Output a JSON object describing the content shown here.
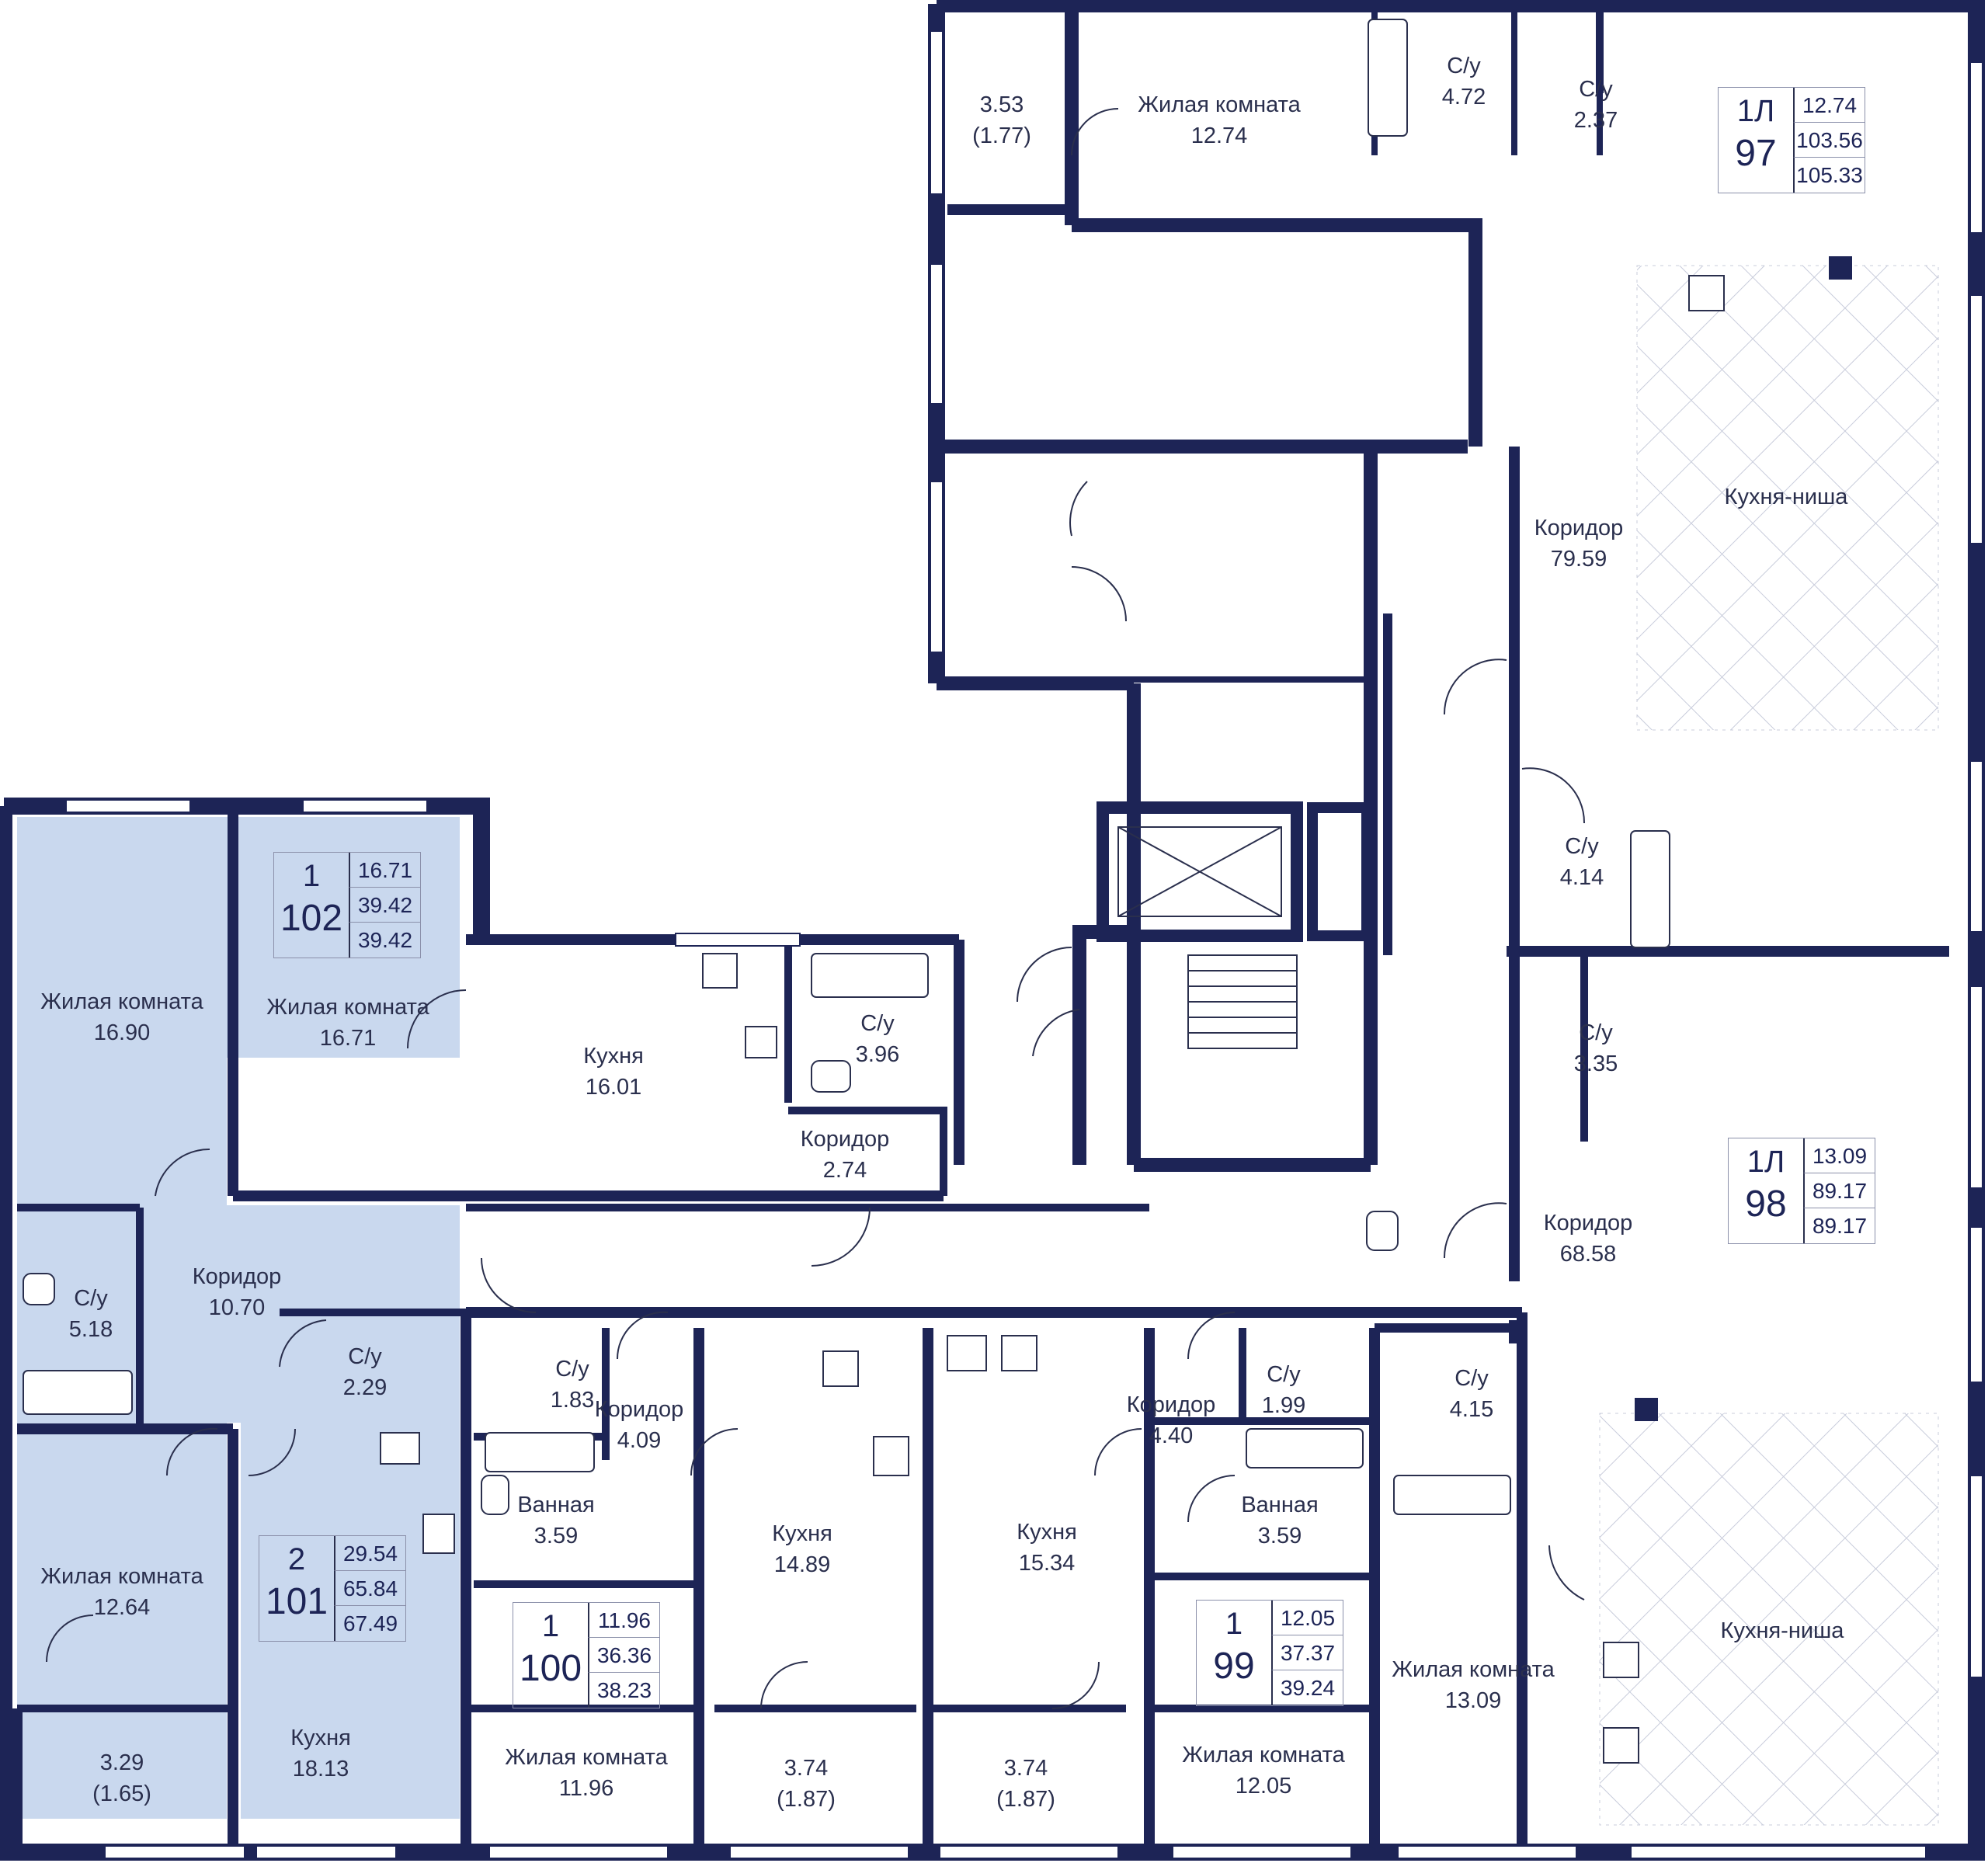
{
  "colors": {
    "wall": "#1d2456",
    "highlight_fill": "#c9d8ee",
    "text": "#2a2f4d",
    "fixture_line": "#2a2f4d",
    "hatch": "#c8ccdb"
  },
  "highlighted_apartment": "101",
  "apartments": [
    {
      "id": "97",
      "type": "1Л",
      "living": "12.74",
      "area": "103.56",
      "total": "105.33"
    },
    {
      "id": "98",
      "type": "1Л",
      "living": "13.09",
      "area": "89.17",
      "total": "89.17"
    },
    {
      "id": "99",
      "type": "1",
      "living": "12.05",
      "area": "37.37",
      "total": "39.24"
    },
    {
      "id": "100",
      "type": "1",
      "living": "11.96",
      "area": "36.36",
      "total": "38.23"
    },
    {
      "id": "101",
      "type": "2",
      "living": "29.54",
      "area": "65.84",
      "total": "67.49"
    },
    {
      "id": "102",
      "type": "1",
      "living": "16.71",
      "area": "39.42",
      "total": "39.42"
    }
  ],
  "rooms": [
    {
      "name": "",
      "area": "3.53",
      "extra": "(1.77)"
    },
    {
      "name": "Жилая комната",
      "area": "12.74"
    },
    {
      "name": "С/у",
      "area": "4.72"
    },
    {
      "name": "С/у",
      "area": "2.37"
    },
    {
      "name": "Коридор",
      "area": "79.59"
    },
    {
      "name": "Кухня-ниша",
      "area": ""
    },
    {
      "name": "С/у",
      "area": "4.14"
    },
    {
      "name": "С/у",
      "area": "3.35"
    },
    {
      "name": "Коридор",
      "area": "68.58"
    },
    {
      "name": "С/у",
      "area": "4.15"
    },
    {
      "name": "Кухня-ниша",
      "area": ""
    },
    {
      "name": "Жилая комната",
      "area": "13.09"
    },
    {
      "name": "Жилая комната",
      "area": "16.90"
    },
    {
      "name": "Жилая комната",
      "area": "16.71"
    },
    {
      "name": "Кухня",
      "area": "16.01"
    },
    {
      "name": "С/у",
      "area": "3.96"
    },
    {
      "name": "Коридор",
      "area": "2.74"
    },
    {
      "name": "С/у",
      "area": "5.18"
    },
    {
      "name": "Коридор",
      "area": "10.70"
    },
    {
      "name": "С/у",
      "area": "2.29"
    },
    {
      "name": "Жилая комната",
      "area": "12.64"
    },
    {
      "name": "",
      "area": "3.29",
      "extra": "(1.65)"
    },
    {
      "name": "Кухня",
      "area": "18.13"
    },
    {
      "name": "С/у",
      "area": "1.83"
    },
    {
      "name": "Коридор",
      "area": "4.09"
    },
    {
      "name": "Ванная",
      "area": "3.59"
    },
    {
      "name": "Кухня",
      "area": "14.89"
    },
    {
      "name": "Жилая комната",
      "area": "11.96"
    },
    {
      "name": "",
      "area": "3.74",
      "extra": "(1.87)"
    },
    {
      "name": "Кухня",
      "area": "15.34"
    },
    {
      "name": "",
      "area": "3.74",
      "extra": "(1.87)"
    },
    {
      "name": "Коридор",
      "area": "4.40"
    },
    {
      "name": "С/у",
      "area": "1.99"
    },
    {
      "name": "Ванная",
      "area": "3.59"
    },
    {
      "name": "Жилая комната",
      "area": "12.05"
    }
  ]
}
